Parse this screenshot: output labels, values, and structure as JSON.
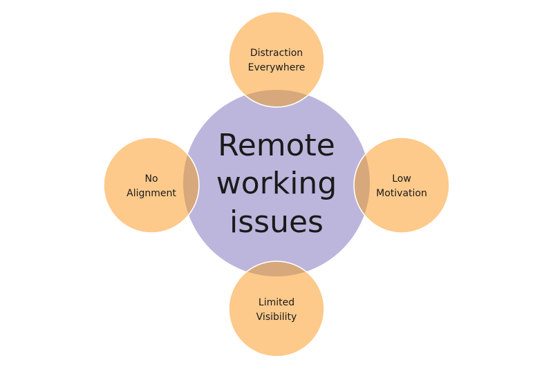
{
  "center": {
    "lines": [
      "Remote",
      "working",
      "issues"
    ]
  },
  "nodes": [
    {
      "id": "top",
      "lines": [
        "Distraction",
        "Everywhere"
      ]
    },
    {
      "id": "right",
      "lines": [
        "Low",
        "Motivation"
      ]
    },
    {
      "id": "bottom",
      "lines": [
        "Limited",
        "Visibility"
      ]
    },
    {
      "id": "left",
      "lines": [
        "No",
        "Alignment"
      ]
    }
  ],
  "colors": {
    "center": "#bcb6dc",
    "node": "#fdca8b",
    "overlap": "#d6a87b"
  }
}
